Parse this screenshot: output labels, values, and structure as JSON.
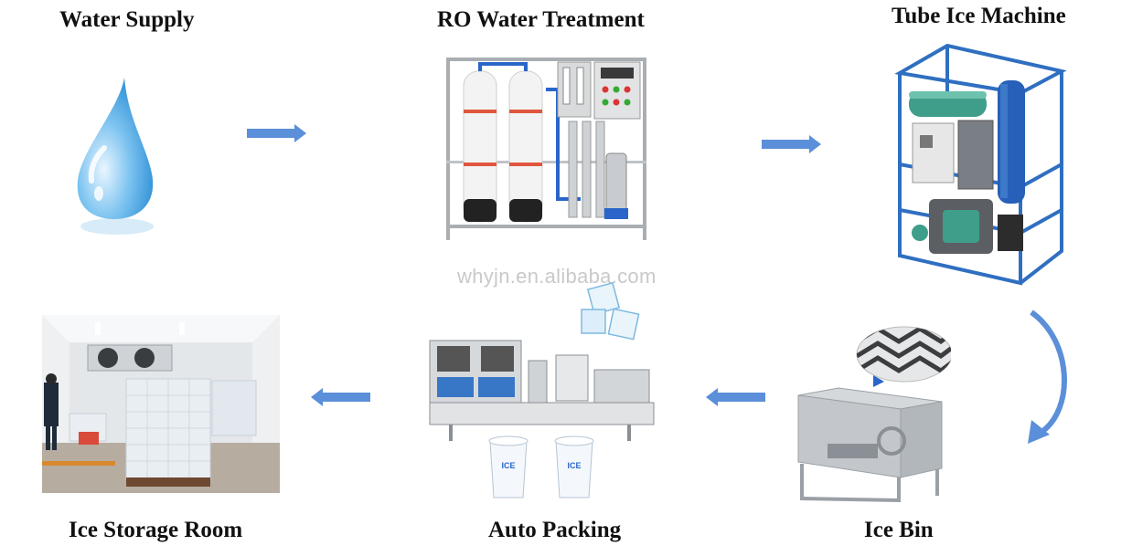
{
  "steps": [
    {
      "label": "Water Supply"
    },
    {
      "label": "RO Water Treatment"
    },
    {
      "label": "Tube Ice Machine"
    },
    {
      "label": "Ice Bin"
    },
    {
      "label": "Auto Packing"
    },
    {
      "label": "Ice Storage Room"
    }
  ],
  "watermark": "whyjn.en.alibaba.com",
  "cup_logo": "ICE",
  "colors": {
    "arrow": "#5b8fd9",
    "water_drop": "#4aa3e0",
    "machine_blue": "#2f6fc1",
    "steel": "#b8bcc0"
  }
}
